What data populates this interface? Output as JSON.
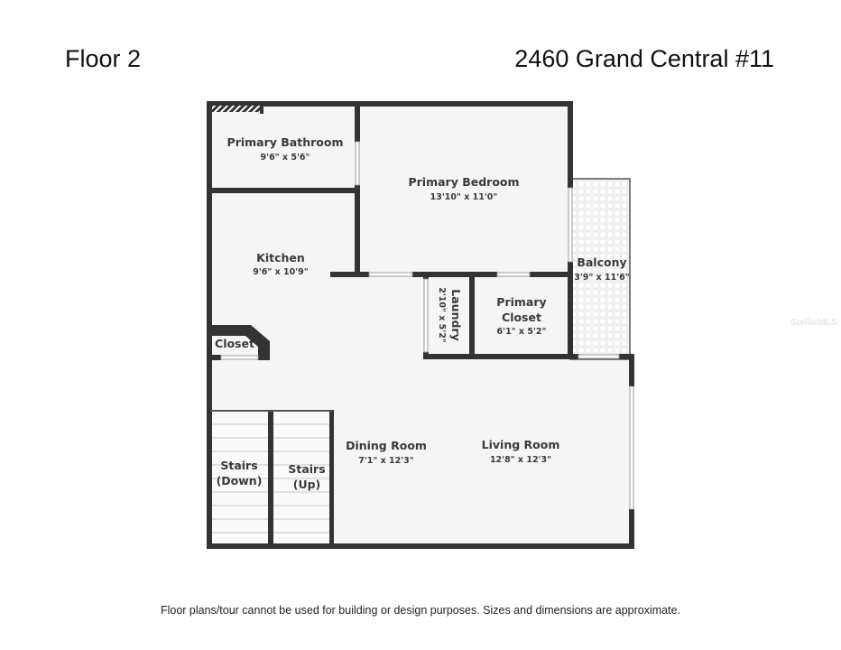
{
  "header": {
    "floor": "Floor 2",
    "address": "2460 Grand Central #11"
  },
  "rooms": {
    "primary_bathroom": {
      "name": "Primary Bathroom",
      "dims": "9'6\" x 5'6\""
    },
    "primary_bedroom": {
      "name": "Primary Bedroom",
      "dims": "13'10\" x 11'0\""
    },
    "kitchen": {
      "name": "Kitchen",
      "dims": "9'6\" x 10'9\""
    },
    "balcony": {
      "name": "Balcony",
      "dims": "3'9\" x 11'6\""
    },
    "laundry": {
      "name": "Laundry",
      "dims": "2'10\" x 5'2\""
    },
    "primary_closet": {
      "name_line1": "Primary",
      "name_line2": "Closet",
      "dims": "6'1\" x 5'2\""
    },
    "closet": {
      "name": "Closet"
    },
    "stairs_down": {
      "name_line1": "Stairs",
      "name_line2": "(Down)"
    },
    "stairs_up": {
      "name_line1": "Stairs",
      "name_line2": "(Up)"
    },
    "dining_room": {
      "name": "Dining Room",
      "dims": "7'1\" x 12'3\""
    },
    "living_room": {
      "name": "Living Room",
      "dims": "12'8\" x 12'3\""
    }
  },
  "footer": {
    "disclaimer": "Floor plans/tour cannot be used for building or design purposes. Sizes and dimensions are approximate."
  },
  "watermark": "StellarMLS",
  "colors": {
    "wall": "#333333",
    "floor": "#f5f5f5",
    "text": "#3a3a3a"
  }
}
